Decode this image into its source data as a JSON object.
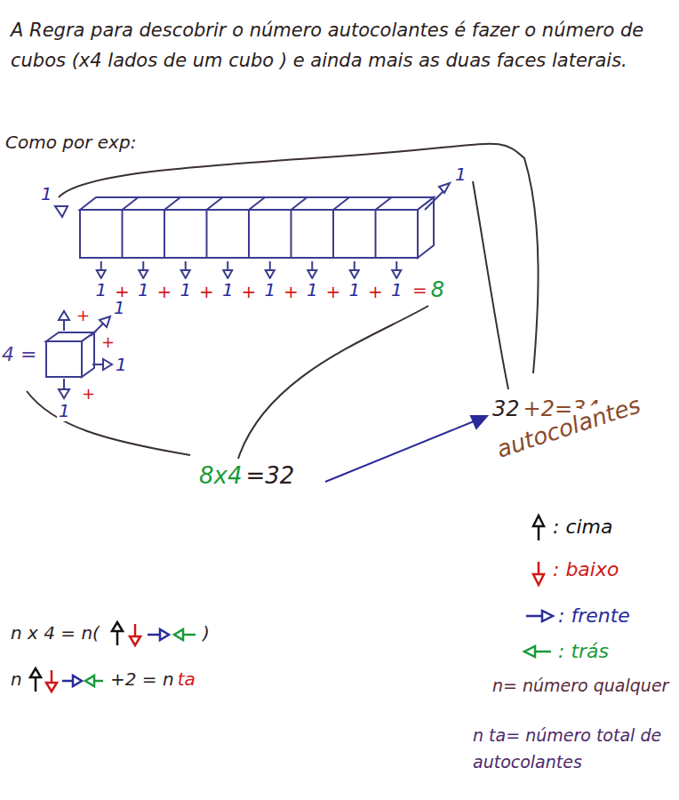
{
  "diagram": {
    "labels": [
      "A Regra para descobrir o número autocolantes é fazer o número de cubos (x4 lados de um cubo ) e ainda mais as duas faces laterais.",
      "Como por exp:",
      "1",
      "1",
      "1",
      "1",
      "1",
      "1",
      "1",
      "1",
      "1",
      "1",
      "+",
      "+",
      "+",
      "+",
      "+",
      "+",
      "+",
      "=",
      "8",
      "4 =",
      "+",
      "1",
      "+",
      "1",
      "+",
      "1",
      "8x4",
      "=32",
      "32",
      "+2=34",
      "autocolantes",
      "n x 4 = n(",
      ")",
      "n",
      "+2 = n",
      "ta",
      "n= número qualquer",
      "n ta= número total de autocolantes"
    ],
    "legend": [
      {
        "text": ": cima"
      },
      {
        "text": ": baixo"
      },
      {
        "text": ": frente"
      },
      {
        "text": ": trás"
      }
    ]
  }
}
